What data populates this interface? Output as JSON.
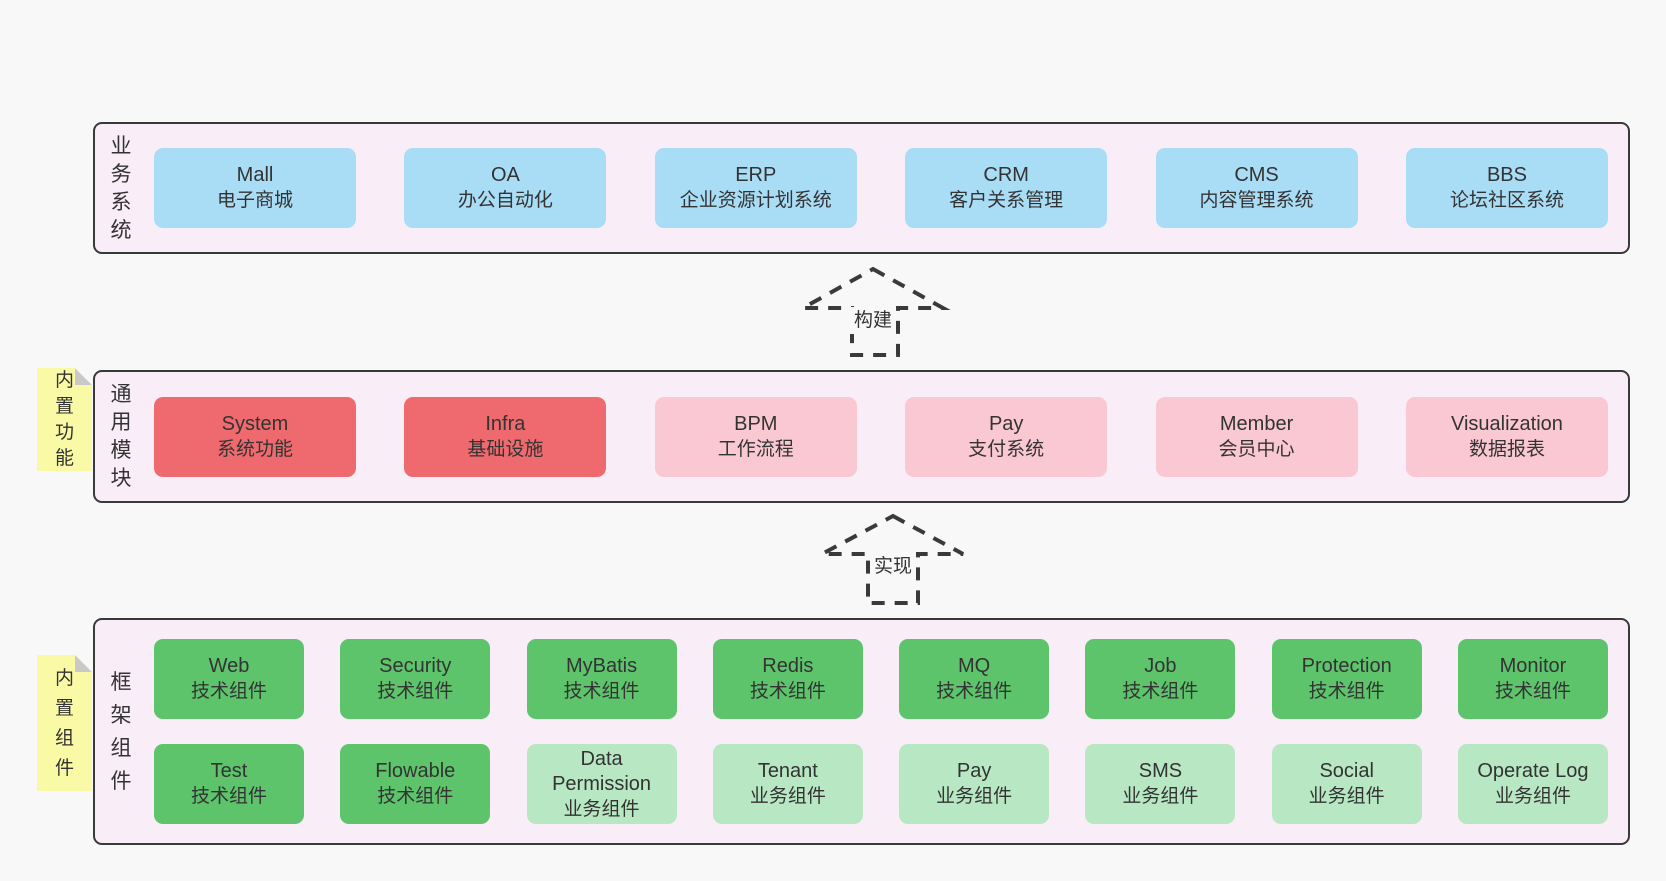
{
  "colors": {
    "page_bg": "#f8f8f8",
    "band_bg": "#f9edf7",
    "band_border": "#3a3a3a",
    "text": "#333333",
    "blue": "#a9dcf5",
    "red": "#ef6a6e",
    "pink": "#fac8d3",
    "green": "#5dc46c",
    "green_light": "#b8e7c3",
    "note_bg": "#fafaa6",
    "note_fold": "#c9c9c9"
  },
  "bands": [
    {
      "id": "business",
      "label": "业务系统",
      "note": null,
      "rows": [
        [
          {
            "title": "Mall",
            "subtitle": "电子商城",
            "color": "blue"
          },
          {
            "title": "OA",
            "subtitle": "办公自动化",
            "color": "blue"
          },
          {
            "title": "ERP",
            "subtitle": "企业资源计划系统",
            "color": "blue"
          },
          {
            "title": "CRM",
            "subtitle": "客户关系管理",
            "color": "blue"
          },
          {
            "title": "CMS",
            "subtitle": "内容管理系统",
            "color": "blue"
          },
          {
            "title": "BBS",
            "subtitle": "论坛社区系统",
            "color": "blue"
          }
        ]
      ]
    },
    {
      "id": "modules",
      "label": "通用模块",
      "note": "内置功能",
      "rows": [
        [
          {
            "title": "System",
            "subtitle": "系统功能",
            "color": "red"
          },
          {
            "title": "Infra",
            "subtitle": "基础设施",
            "color": "red"
          },
          {
            "title": "BPM",
            "subtitle": "工作流程",
            "color": "pink"
          },
          {
            "title": "Pay",
            "subtitle": "支付系统",
            "color": "pink"
          },
          {
            "title": "Member",
            "subtitle": "会员中心",
            "color": "pink"
          },
          {
            "title": "Visualization",
            "subtitle": "数据报表",
            "color": "pink"
          }
        ]
      ]
    },
    {
      "id": "components",
      "label": "框架组件",
      "note": "内置组件",
      "rows": [
        [
          {
            "title": "Web",
            "subtitle": "技术组件",
            "color": "green"
          },
          {
            "title": "Security",
            "subtitle": "技术组件",
            "color": "green"
          },
          {
            "title": "MyBatis",
            "subtitle": "技术组件",
            "color": "green"
          },
          {
            "title": "Redis",
            "subtitle": "技术组件",
            "color": "green"
          },
          {
            "title": "MQ",
            "subtitle": "技术组件",
            "color": "green"
          },
          {
            "title": "Job",
            "subtitle": "技术组件",
            "color": "green"
          },
          {
            "title": "Protection",
            "subtitle": "技术组件",
            "color": "green"
          },
          {
            "title": "Monitor",
            "subtitle": "技术组件",
            "color": "green"
          }
        ],
        [
          {
            "title": "Test",
            "subtitle": "技术组件",
            "color": "green"
          },
          {
            "title": "Flowable",
            "subtitle": "技术组件",
            "color": "green"
          },
          {
            "title": "Data Permission",
            "subtitle": "业务组件",
            "color": "green_light"
          },
          {
            "title": "Tenant",
            "subtitle": "业务组件",
            "color": "green_light"
          },
          {
            "title": "Pay",
            "subtitle": "业务组件",
            "color": "green_light"
          },
          {
            "title": "SMS",
            "subtitle": "业务组件",
            "color": "green_light"
          },
          {
            "title": "Social",
            "subtitle": "业务组件",
            "color": "green_light"
          },
          {
            "title": "Operate Log",
            "subtitle": "业务组件",
            "color": "green_light"
          }
        ]
      ]
    }
  ],
  "arrows": [
    {
      "label": "构建"
    },
    {
      "label": "实现"
    }
  ]
}
